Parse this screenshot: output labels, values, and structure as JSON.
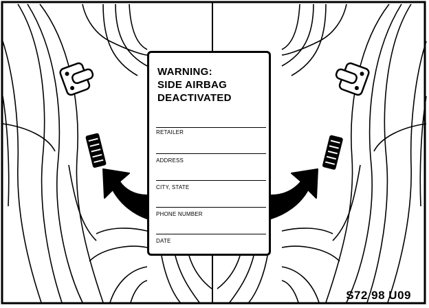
{
  "card": {
    "title_lines": [
      "WARNING:",
      "SIDE AIRBAG",
      "DEACTIVATED"
    ],
    "fields": [
      "RETAILER",
      "ADDRESS",
      "CITY, STATE",
      "PHONE NUMBER",
      "DATE"
    ]
  },
  "figure_code": "S72 98 U09",
  "colors": {
    "ink": "#000000",
    "paper": "#ffffff"
  },
  "icons": [
    "door-latch-icon",
    "vent-grille-icon",
    "pointer-arrow-icon"
  ]
}
